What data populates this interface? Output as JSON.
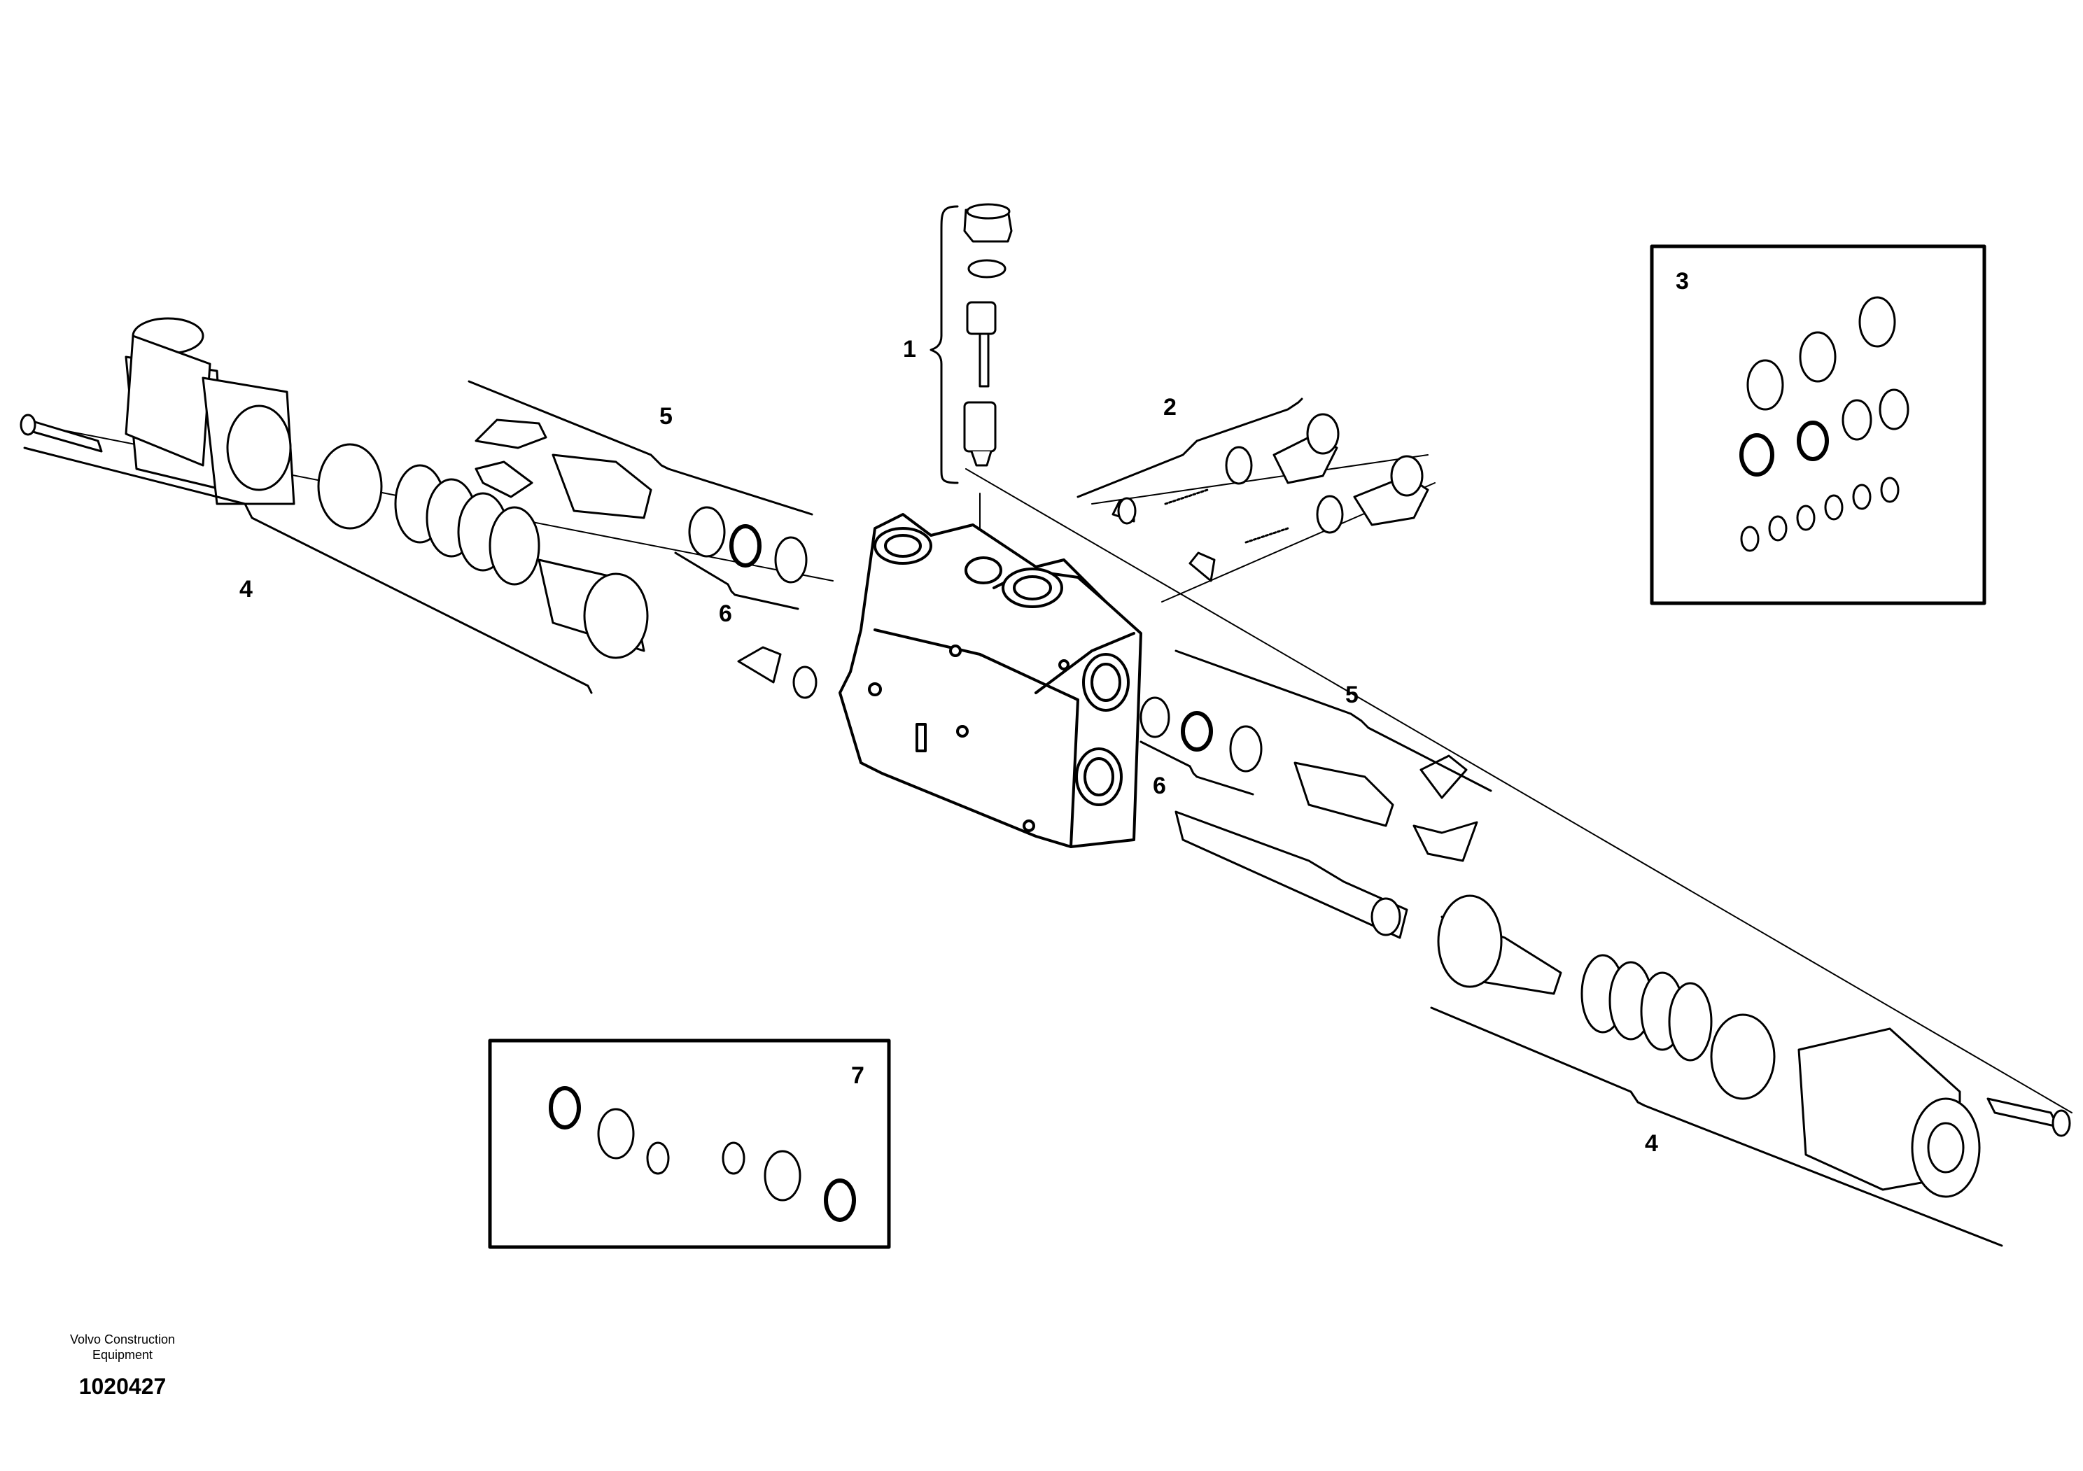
{
  "diagram": {
    "callouts": {
      "c1": "1",
      "c2": "2",
      "c3": "3",
      "c4_left": "4",
      "c4_right": "4",
      "c5_top": "5",
      "c5_right": "5",
      "c6_left": "6",
      "c6_right": "6",
      "c7": "7"
    },
    "footer": {
      "organization": "Volvo Construction Equipment",
      "document_number": "1020427"
    }
  }
}
